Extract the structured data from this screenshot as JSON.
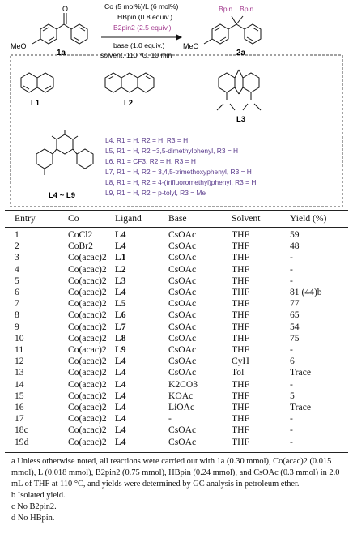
{
  "scheme": {
    "substrate_label": "1a",
    "product_label": "2a",
    "meo": "MeO",
    "bpin": "Bpin",
    "conditions": [
      "Co (5 mol%)/L (6 mol%)",
      "HBpin (0.8 equiv.)",
      "B2pin2 (2.5 equiv.)",
      "base (1.0 equiv.)",
      "solvent, 110 °C, 10 min"
    ],
    "ligand_labels": [
      "L1",
      "L2",
      "L3",
      "L4 ~ L9"
    ],
    "ligand_defs": [
      "L4, R1 = H, R2 = H, R3 = H",
      "L5, R1 = H, R2 =3,5-dimethylphenyl, R3 = H",
      "L6, R1 = CF3, R2 = H, R3 = H",
      "L7, R1 = H, R2 = 3,4,5-trimethoxyphenyl, R3 = H",
      "L8, R1 = H, R2 = 4-(trifluoromethyl)phenyl, R3 = H",
      "L9, R1 = H, R2 = p-tolyl, R3 = Me"
    ]
  },
  "table": {
    "headers": [
      "Entry",
      "Co",
      "Ligand",
      "Base",
      "Solvent",
      "Yield (%)"
    ],
    "rows": [
      [
        "1",
        "CoCl2",
        "L4",
        "CsOAc",
        "THF",
        "59"
      ],
      [
        "2",
        "CoBr2",
        "L4",
        "CsOAc",
        "THF",
        "48"
      ],
      [
        "3",
        "Co(acac)2",
        "L1",
        "CsOAc",
        "THF",
        "-"
      ],
      [
        "4",
        "Co(acac)2",
        "L2",
        "CsOAc",
        "THF",
        "-"
      ],
      [
        "5",
        "Co(acac)2",
        "L3",
        "CsOAc",
        "THF",
        "-"
      ],
      [
        "6",
        "Co(acac)2",
        "L4",
        "CsOAc",
        "THF",
        "81 (44)b"
      ],
      [
        "7",
        "Co(acac)2",
        "L5",
        "CsOAc",
        "THF",
        "77"
      ],
      [
        "8",
        "Co(acac)2",
        "L6",
        "CsOAc",
        "THF",
        "65"
      ],
      [
        "9",
        "Co(acac)2",
        "L7",
        "CsOAc",
        "THF",
        "54"
      ],
      [
        "10",
        "Co(acac)2",
        "L8",
        "CsOAc",
        "THF",
        "75"
      ],
      [
        "11",
        "Co(acac)2",
        "L9",
        "CsOAc",
        "THF",
        "-"
      ],
      [
        "12",
        "Co(acac)2",
        "L4",
        "CsOAc",
        "CyH",
        "6"
      ],
      [
        "13",
        "Co(acac)2",
        "L4",
        "CsOAc",
        "Tol",
        "Trace"
      ],
      [
        "14",
        "Co(acac)2",
        "L4",
        "K2CO3",
        "THF",
        "-"
      ],
      [
        "15",
        "Co(acac)2",
        "L4",
        "KOAc",
        "THF",
        "5"
      ],
      [
        "16",
        "Co(acac)2",
        "L4",
        "LiOAc",
        "THF",
        "Trace"
      ],
      [
        "17",
        "Co(acac)2",
        "L4",
        "-",
        "THF",
        "-"
      ],
      [
        "18c",
        "Co(acac)2",
        "L4",
        "CsOAc",
        "THF",
        "-"
      ],
      [
        "19d",
        "Co(acac)2",
        "L4",
        "CsOAc",
        "THF",
        "-"
      ]
    ]
  },
  "notes": [
    "a Unless otherwise noted, all reactions were carried out with 1a (0.30 mmol), Co(acac)2 (0.015 mmol), L (0.018 mmol), B2pin2 (0.75 mmol), HBpin (0.24 mmol), and CsOAc (0.3 mmol) in 2.0 mL of THF at 110 °C, and yields were determined by GC analysis in petroleum ether.",
    "b Isolated yield.",
    "c No B2pin2.",
    "d No HBpin."
  ]
}
